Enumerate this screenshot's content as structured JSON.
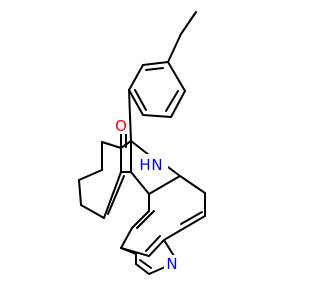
{
  "molecule": {
    "atoms": {
      "oxygen": {
        "text": "O",
        "color": "#ff0000"
      },
      "amine_nh": {
        "text": "H",
        "color": "#0000ff"
      },
      "amine_n": {
        "text": "N",
        "color": "#0000ff"
      },
      "pyridine_n": {
        "text": "N",
        "color": "#0000ff"
      }
    },
    "bond_color": "#000000"
  }
}
